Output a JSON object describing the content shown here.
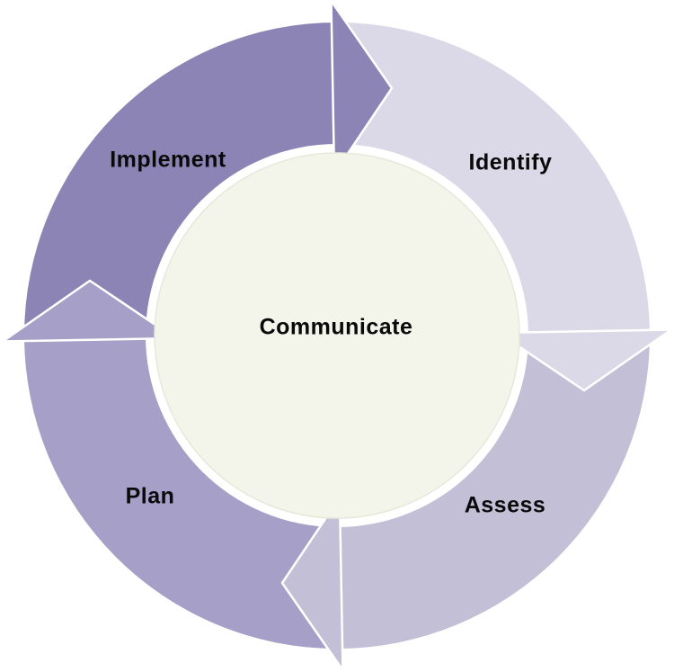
{
  "diagram": {
    "type": "cycle",
    "flow_direction": "clockwise",
    "background_color": "#ffffff",
    "text_color": "#0a0a0a",
    "center": {
      "label": "Communicate",
      "fill": "#f3f5eb",
      "edge": "#e6e9d9"
    },
    "arrow_outline_color": "#ffffff",
    "segments": [
      {
        "id": "implement",
        "label": "Implement",
        "color": "#8b84b4",
        "position": "top-left"
      },
      {
        "id": "identify",
        "label": "Identify",
        "color": "#dbd9e7",
        "position": "top-right"
      },
      {
        "id": "assess",
        "label": "Assess",
        "color": "#c3bfd7",
        "position": "bottom-right"
      },
      {
        "id": "plan",
        "label": "Plan",
        "color": "#a69fc7",
        "position": "bottom-left"
      }
    ]
  }
}
